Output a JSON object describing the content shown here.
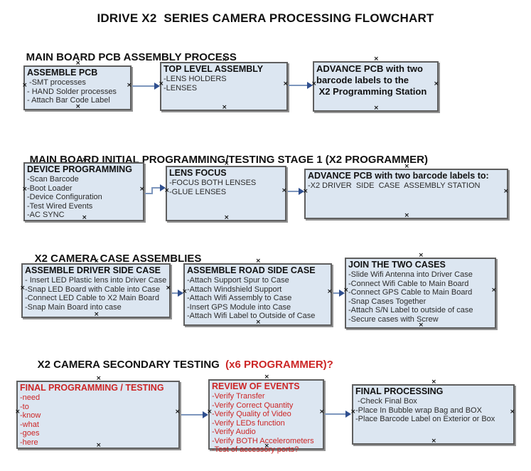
{
  "title": "IDRIVE X2  SERIES CAMERA PROCESSING FLOWCHART",
  "colors": {
    "box_fill": "#dce6f1",
    "box_border": "#5f5f5f",
    "arrow_line": "#7d96bd",
    "arrow_head": "#2f4f8f",
    "red_text": "#cc2626",
    "heading_text": "#111111"
  },
  "sections": [
    {
      "heading": "MAIN BOARD PCB ASSEMBLY PROCESS",
      "heading_red": "",
      "boxes": [
        {
          "title": "ASSEMBLE PCB",
          "items": [
            " -SMT processes",
            "- HAND Solder processes",
            "- Attach Bar Code Label"
          ]
        },
        {
          "title": "TOP LEVEL ASSEMBLY",
          "items": [
            "-LENS HOLDERS",
            "-LENSES"
          ]
        },
        {
          "title": "ADVANCE PCB with two\nbarcode labels to the\n X2 Programming Station",
          "items": []
        }
      ]
    },
    {
      "heading": "MAIN BOARD INITIAL PROGRAMMING/TESTING STAGE 1 (X2 PROGRAMMER)",
      "heading_red": "",
      "boxes": [
        {
          "title": "DEVICE PROGRAMMING",
          "items": [
            "-Scan Barcode",
            "-Boot Loader",
            "-Device Configuration",
            "-Test Wired Events",
            "-AC SYNC"
          ]
        },
        {
          "title": "LENS FOCUS",
          "items": [
            "-FOCUS BOTH LENSES",
            "-GLUE LENSES"
          ]
        },
        {
          "title": "ADVANCE PCB with two barcode labels to:",
          "items": [
            "-X2 DRIVER  SIDE  CASE  ASSEMBLY STATION"
          ]
        }
      ]
    },
    {
      "heading": "X2 CAMERA CASE ASSEMBLIES",
      "heading_red": "",
      "boxes": [
        {
          "title": "ASSEMBLE DRIVER SIDE CASE",
          "items": [
            "- Insert LED Plastic lens into Driver Case",
            "-Snap LED Board with Cable into Case",
            "-Connect LED Cable to X2 Main Board",
            "-Snap Main Board into case"
          ]
        },
        {
          "title": "ASSEMBLE ROAD SIDE CASE",
          "items": [
            "-Attach Support Spur to Case",
            "-Attach Windshield Support",
            "-Attach Wifi Assembly to Case",
            "-Insert GPS Module into Case",
            "-Attach Wifi Label to Outside of Case"
          ]
        },
        {
          "title": "JOIN THE TWO CASES",
          "items": [
            "-Slide Wifi Antenna into Driver Case",
            "-Connect Wifi Cable to Main Board",
            "-Connect GPS Cable to Main Board",
            "-Snap Cases Together",
            "-Attach S/N Label to outside of case",
            "-Secure cases with Screw"
          ]
        }
      ]
    },
    {
      "heading": "X2 CAMERA SECONDARY TESTING  ",
      "heading_red": "(x6 PROGRAMMER)?",
      "boxes": [
        {
          "title": "FINAL PROGRAMMING / TESTING",
          "items": [
            "-need",
            "-to",
            "-know",
            "-what",
            "-goes",
            "-here"
          ]
        },
        {
          "title": "REVIEW OF EVENTS",
          "items": [
            "-Verify Transfer",
            "-Verify Correct Quantity",
            "-Verify Quality of Video",
            "-Verify LEDs function",
            "-Verify Audio",
            "-Verify BOTH Accelerometers",
            "-Test of accessory ports?"
          ]
        },
        {
          "title": "FINAL PROCESSING",
          "items": [
            " -Check Final Box",
            "-Place In Bubble wrap Bag and BOX",
            "-Place Barcode Label on Exterior or Box"
          ]
        }
      ]
    }
  ]
}
